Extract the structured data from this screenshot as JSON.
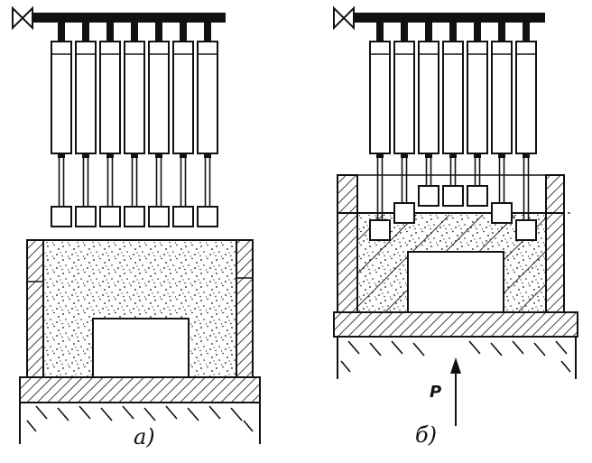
{
  "panels": [
    {
      "id": "a",
      "label": "а)",
      "cylinder_count": 7,
      "heads_in_mold": false
    },
    {
      "id": "b",
      "label": "б)",
      "cylinder_count": 7,
      "heads_in_mold": true,
      "head_depth_pattern": [
        1,
        0.5,
        0,
        0,
        0,
        0.5,
        1
      ]
    }
  ],
  "force_label": "P",
  "colors": {
    "ink": "#111111",
    "paper": "#ffffff"
  }
}
